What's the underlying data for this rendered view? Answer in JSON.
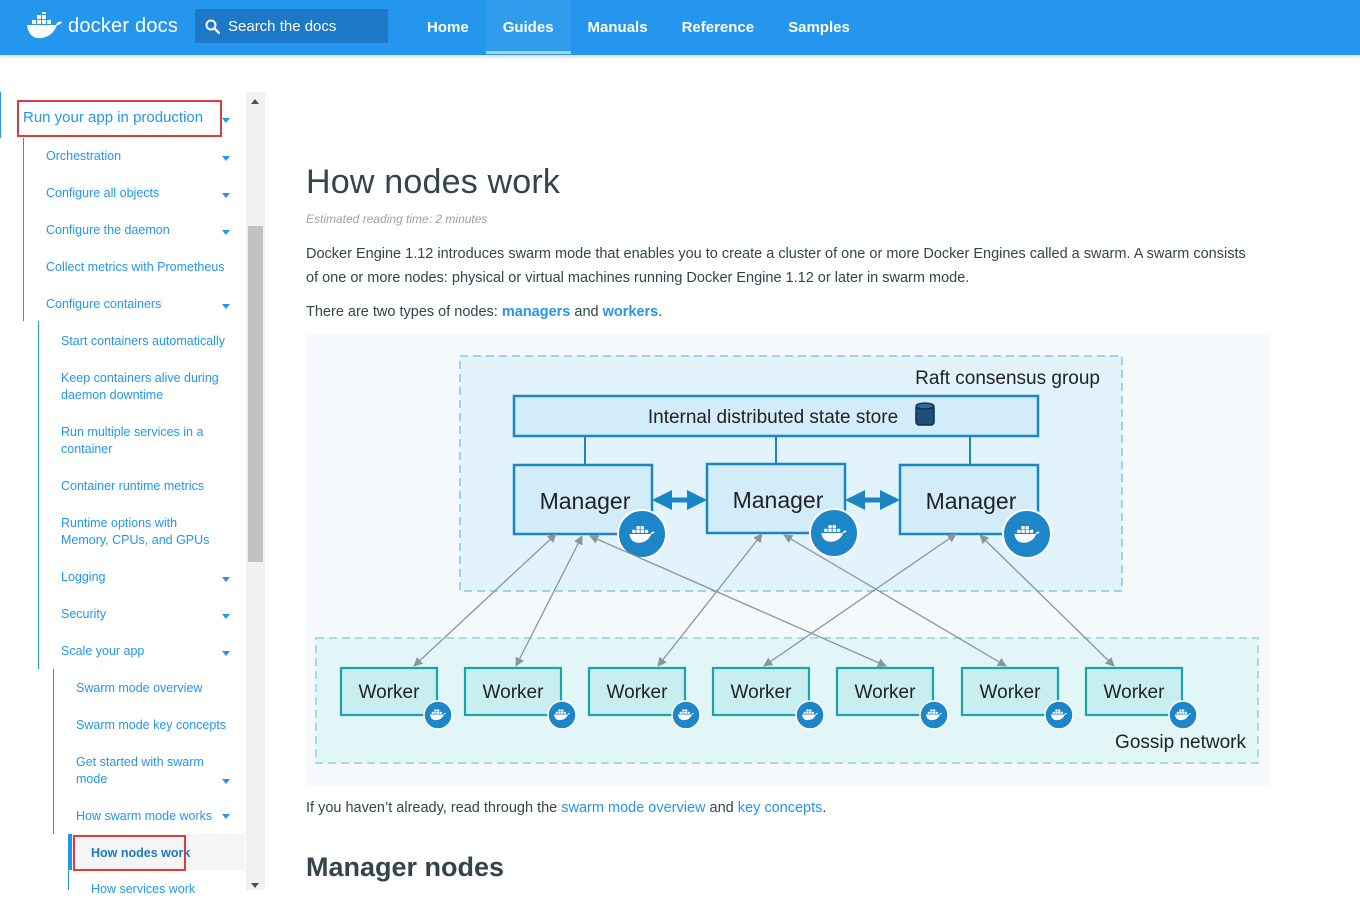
{
  "header": {
    "logo_text_bold": "docker",
    "logo_text_light": " docs",
    "search_placeholder": "Search the docs",
    "nav": [
      {
        "label": "Home",
        "active": false
      },
      {
        "label": "Guides",
        "active": true
      },
      {
        "label": "Manuals",
        "active": false
      },
      {
        "label": "Reference",
        "active": false
      },
      {
        "label": "Samples",
        "active": false
      }
    ]
  },
  "sidebar": {
    "section_title": "Run your app in production",
    "items": {
      "orchestration": "Orchestration",
      "configure_all_objects": "Configure all objects",
      "configure_daemon": "Configure the daemon",
      "prometheus": "Collect metrics with Prometheus",
      "configure_containers": "Configure containers",
      "start_automatically": "Start containers automatically",
      "keep_alive_1": "Keep containers alive during",
      "keep_alive_2": "daemon downtime",
      "multiple_services_1": "Run multiple services in a",
      "multiple_services_2": "container",
      "runtime_metrics": "Container runtime metrics",
      "runtime_options_1": "Runtime options with",
      "runtime_options_2": "Memory, CPUs, and GPUs",
      "logging": "Logging",
      "security": "Security",
      "scale_your_app": "Scale your app",
      "swarm_overview": "Swarm mode overview",
      "swarm_key_concepts": "Swarm mode key concepts",
      "get_started_1": "Get started with swarm",
      "get_started_2": "mode",
      "how_swarm_works": "How swarm mode works",
      "how_nodes_work": "How nodes work",
      "how_services_work": "How services work"
    }
  },
  "main": {
    "title": "How nodes work",
    "reading_time": "Estimated reading time: 2 minutes",
    "intro_line1": "Docker Engine 1.12 introduces swarm mode that enables you to create a cluster of one or more Docker Engines called a swarm. A swarm consists",
    "intro_line2": "of one or more nodes: physical or virtual machines running Docker Engine 1.12 or later in swarm mode.",
    "types_prefix": "There are two types of nodes: ",
    "types_managers": "managers",
    "types_and": " and ",
    "types_workers": "workers",
    "types_suffix": ".",
    "read_prefix": "If you haven’t already, read through the ",
    "read_link1": "swarm mode overview",
    "read_and": " and ",
    "read_link2": "key concepts",
    "read_suffix": ".",
    "h2": "Manager nodes"
  },
  "diagram": {
    "raft_label": "Raft consensus group",
    "store_label": "Internal distributed state store",
    "manager_label": "Manager",
    "worker_label": "Worker",
    "gossip_label": "Gossip network",
    "colors": {
      "raft_bg": "#e3f3fb",
      "gossip_bg": "#e2f6f7",
      "manager_fill": "#d3ecfa",
      "manager_stroke": "#1b86c4",
      "worker_fill": "#c9eef0",
      "worker_stroke": "#1aa6a8",
      "badge": "#1c86c8",
      "arrow": "#8a959c"
    }
  }
}
